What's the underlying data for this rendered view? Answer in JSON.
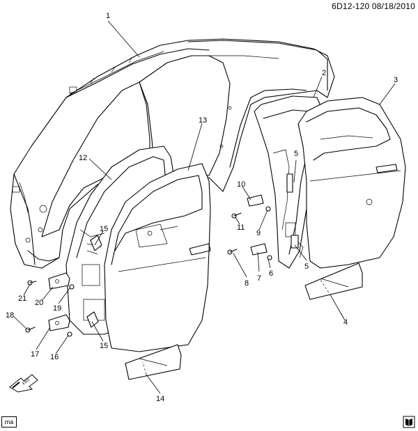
{
  "header": {
    "ref_code": "6D12-120  08/18/2010"
  },
  "footer": {
    "tag": "ma"
  },
  "callouts": {
    "c1": "1",
    "c2": "2",
    "c3": "3",
    "c4": "4",
    "c5a": "5",
    "c5b": "5",
    "c6": "6",
    "c7": "7",
    "c8": "8",
    "c9": "9",
    "c10": "10",
    "c11": "11",
    "c12": "12",
    "c13": "13",
    "c14": "14",
    "c15a": "15",
    "c15b": "15",
    "c16": "16",
    "c17": "17",
    "c18": "18",
    "c19": "19",
    "c20": "20",
    "c21": "21"
  },
  "icons": {
    "front_arrow": "front-arrow-icon",
    "book": "book-icon"
  }
}
